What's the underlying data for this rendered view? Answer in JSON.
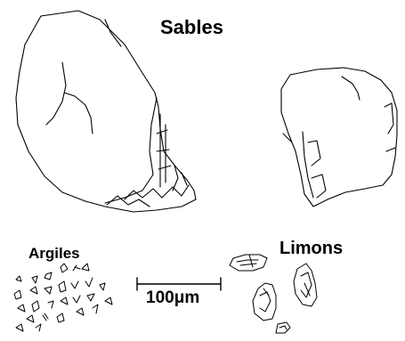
{
  "labels": {
    "sables": "Sables",
    "argiles": "Argiles",
    "limons": "Limons",
    "scale": "100μm"
  },
  "colors": {
    "ink": "#000000",
    "background": "#ffffff"
  }
}
